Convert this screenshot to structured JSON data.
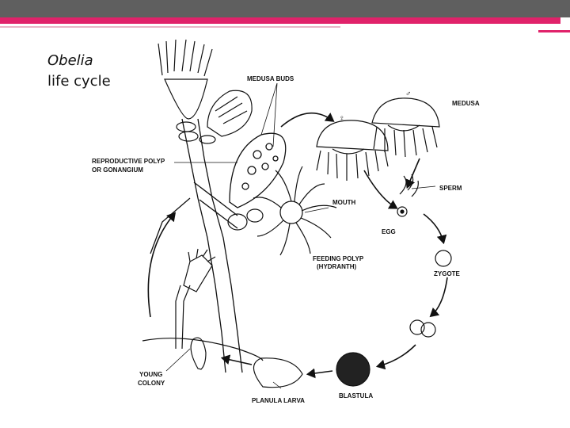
{
  "slide": {
    "title_italic": "Obelia",
    "title_plain": "life cycle",
    "colors": {
      "accent": "#e0226a",
      "header": "#5f5f5f"
    }
  },
  "diagram": {
    "labels": {
      "medusa_buds": "MEDUSA BUDS",
      "medusa": "MEDUSA",
      "reproductive_polyp_1": "REPRODUCTIVE POLYP",
      "reproductive_polyp_2": "OR GONANGIUM",
      "sperm": "SPERM",
      "mouth": "MOUTH",
      "egg": "EGG",
      "feeding_polyp_1": "FEEDING POLYP",
      "feeding_polyp_2": "(HYDRANTH)",
      "zygote": "ZYGOTE",
      "young_colony_1": "YOUNG",
      "young_colony_2": "COLONY",
      "planula_larva": "PLANULA LARVA",
      "blastula": "BLASTULA",
      "female_symbol": "♀",
      "male_symbol": "♂"
    }
  }
}
